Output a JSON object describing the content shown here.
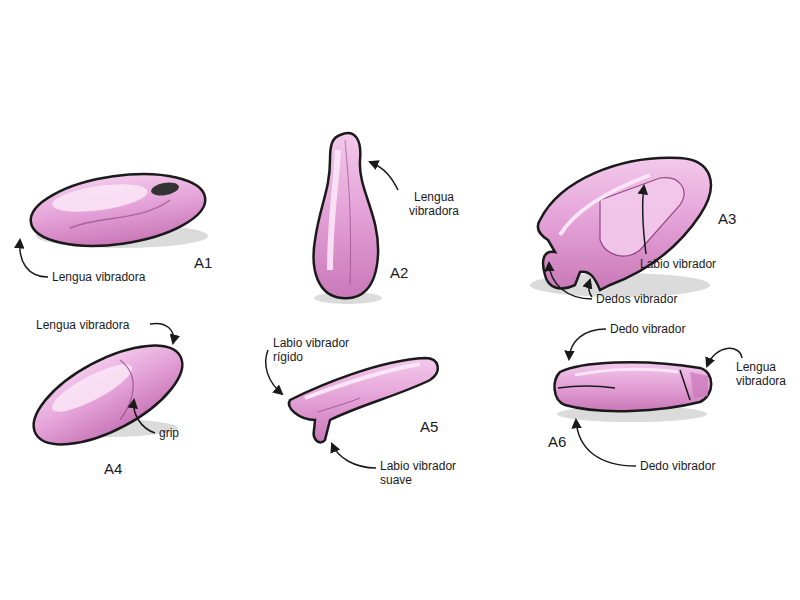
{
  "diagram": {
    "labels": [
      "Lengua vibradora",
      "A1",
      "Lengua vibradora",
      "A2",
      "A3",
      "Labio vibrador",
      "Dedos vibrador",
      "Lengua vibradora",
      "grip",
      "A4",
      "Labio vibrador rígido",
      "A5",
      "Labio vibrador suave",
      "Dedo vibrador",
      "Lengua vibradora",
      "Dedo vibrador",
      "A6"
    ]
  }
}
